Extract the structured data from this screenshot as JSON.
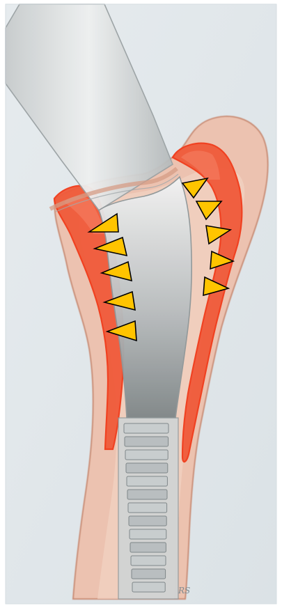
{
  "figure": {
    "description_hidden": "",
    "signature_text": "RS",
    "colors": {
      "paper": "#dfe5e8",
      "bone": "#e9b9a6",
      "bone_outline": "#c98a72",
      "cement_fill": "#f05a3a",
      "cement_outline": "#f13b1a",
      "implant_light": "#e7eaeb",
      "implant_dark": "#8e9698",
      "arrowhead_fill": "#ffc400",
      "arrowhead_outline": "#000000"
    },
    "arrowheads": {
      "left_count": 5,
      "right_count": 5,
      "left_direction": "pointing-left-toward-cement",
      "right_direction": "pointing-right-toward-cement"
    }
  }
}
